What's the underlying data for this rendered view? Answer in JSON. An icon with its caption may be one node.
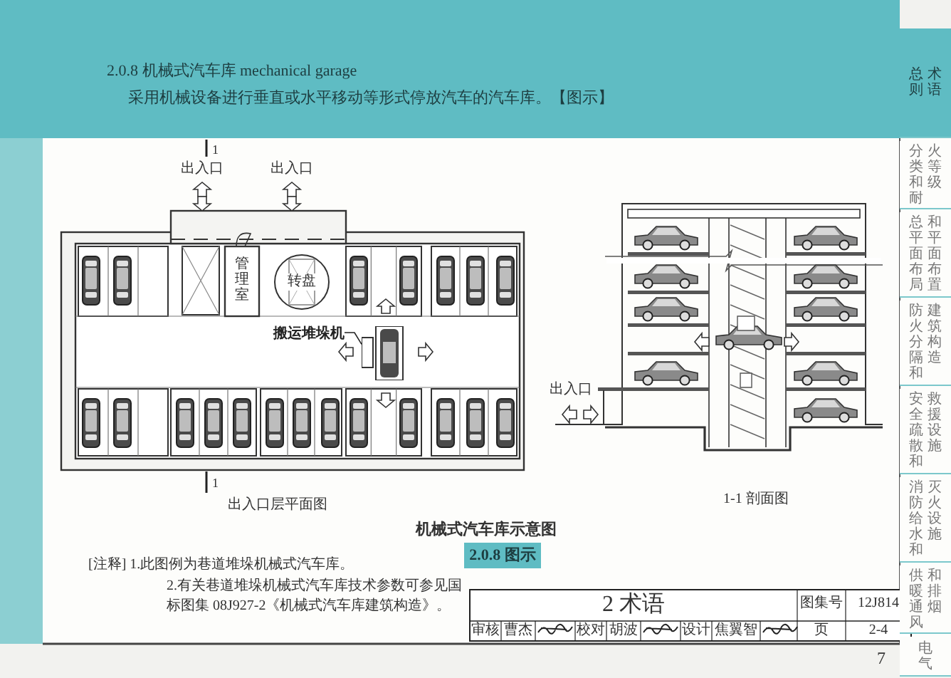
{
  "diagram": {
    "title": "2.0.8 机械式汽车库 mechanical garage",
    "nodes": [
      {
        "text": [
          "搬运堆垛机"
        ]
      },
      {
        "text": [],
        "shape": "picture"
      },
      {
        "text": [
          "2.0.8 图示"
        ]
      },
      {
        "text": [
          "总则",
          "术语"
        ]
      },
      {
        "text": [
          "分类和耐火等级"
        ]
      },
      {
        "text": [
          "总平面布局和平面布置"
        ]
      },
      {
        "text": [
          "防火分隔和建筑构造"
        ]
      },
      {
        "text": [
          "安全疏散和救援设施"
        ]
      },
      {
        "text": [
          "消防给水和灭火设施"
        ]
      },
      {
        "text": [
          "供暖通风和排烟"
        ]
      },
      {
        "text": [
          "电气"
        ]
      }
    ],
    "edges": [
      {
        "from": 0,
        "to": 1,
        "arrow": "none"
      }
    ],
    "labels": [
      "采用机械设备进行垂直或水平移动等形式停放汽车的汽车库。【图示】",
      "1",
      "出入口",
      "出入口",
      "管理室",
      "转盘",
      "1",
      "出入口层平面图",
      "出入口",
      "1-1 剖面图",
      "机械式汽车库示意图",
      "[注释] 1.此图例为巷道堆垛机械式汽车库。",
      "2.有关巷道堆垛机械式汽车库技术参数可参见国标图集 08J927-2《机械式汽车库建筑构造》。",
      "2 术语",
      "图集号",
      "12J814",
      "审核",
      "曹杰",
      "校对",
      "胡波",
      "设计",
      "焦翼智",
      "页",
      "2-4",
      "7"
    ]
  }
}
